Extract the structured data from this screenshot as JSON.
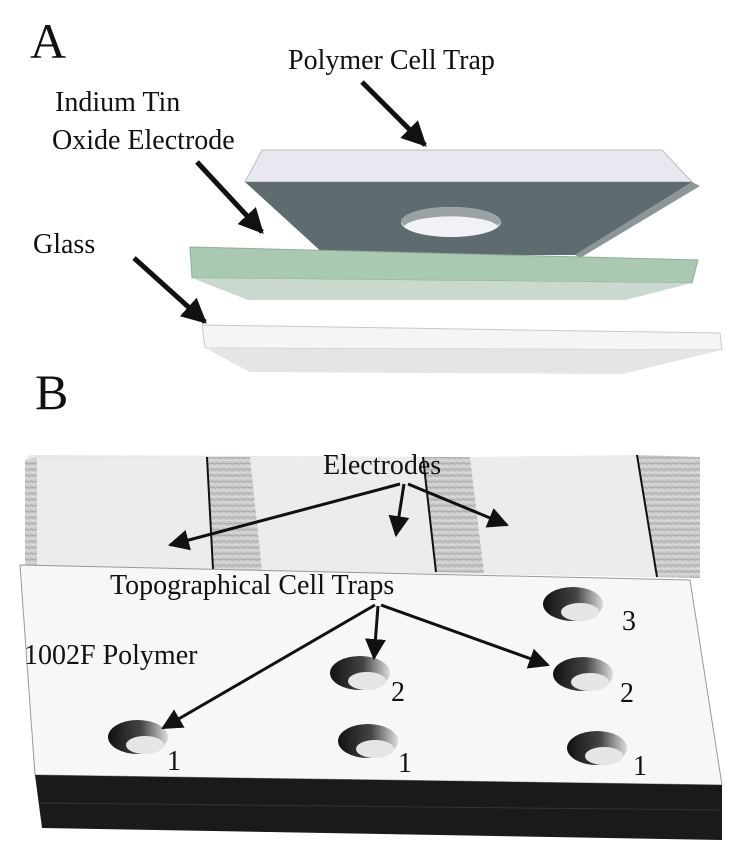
{
  "panel_a": {
    "letter": "A",
    "labels": {
      "polymer_trap": "Polymer Cell Trap",
      "ito_line1": "Indium Tin",
      "ito_line2": "Oxide Electrode",
      "glass": "Glass"
    }
  },
  "panel_b": {
    "letter": "B",
    "labels": {
      "electrodes": "Electrodes",
      "traps": "Topographical Cell Traps",
      "polymer": "1002F Polymer"
    },
    "trap_numbers": {
      "left_1": "1",
      "mid_1": "1",
      "mid_2": "2",
      "right_1": "1",
      "right_2": "2",
      "right_3": "3"
    }
  },
  "colors": {
    "polymer_dark": "#5f6c6f",
    "polymer_light": "#e6e6ee",
    "ito_green": "#a9c9b1",
    "glass_white": "#f3f3f3",
    "chip_base": "#1a1a1a"
  }
}
